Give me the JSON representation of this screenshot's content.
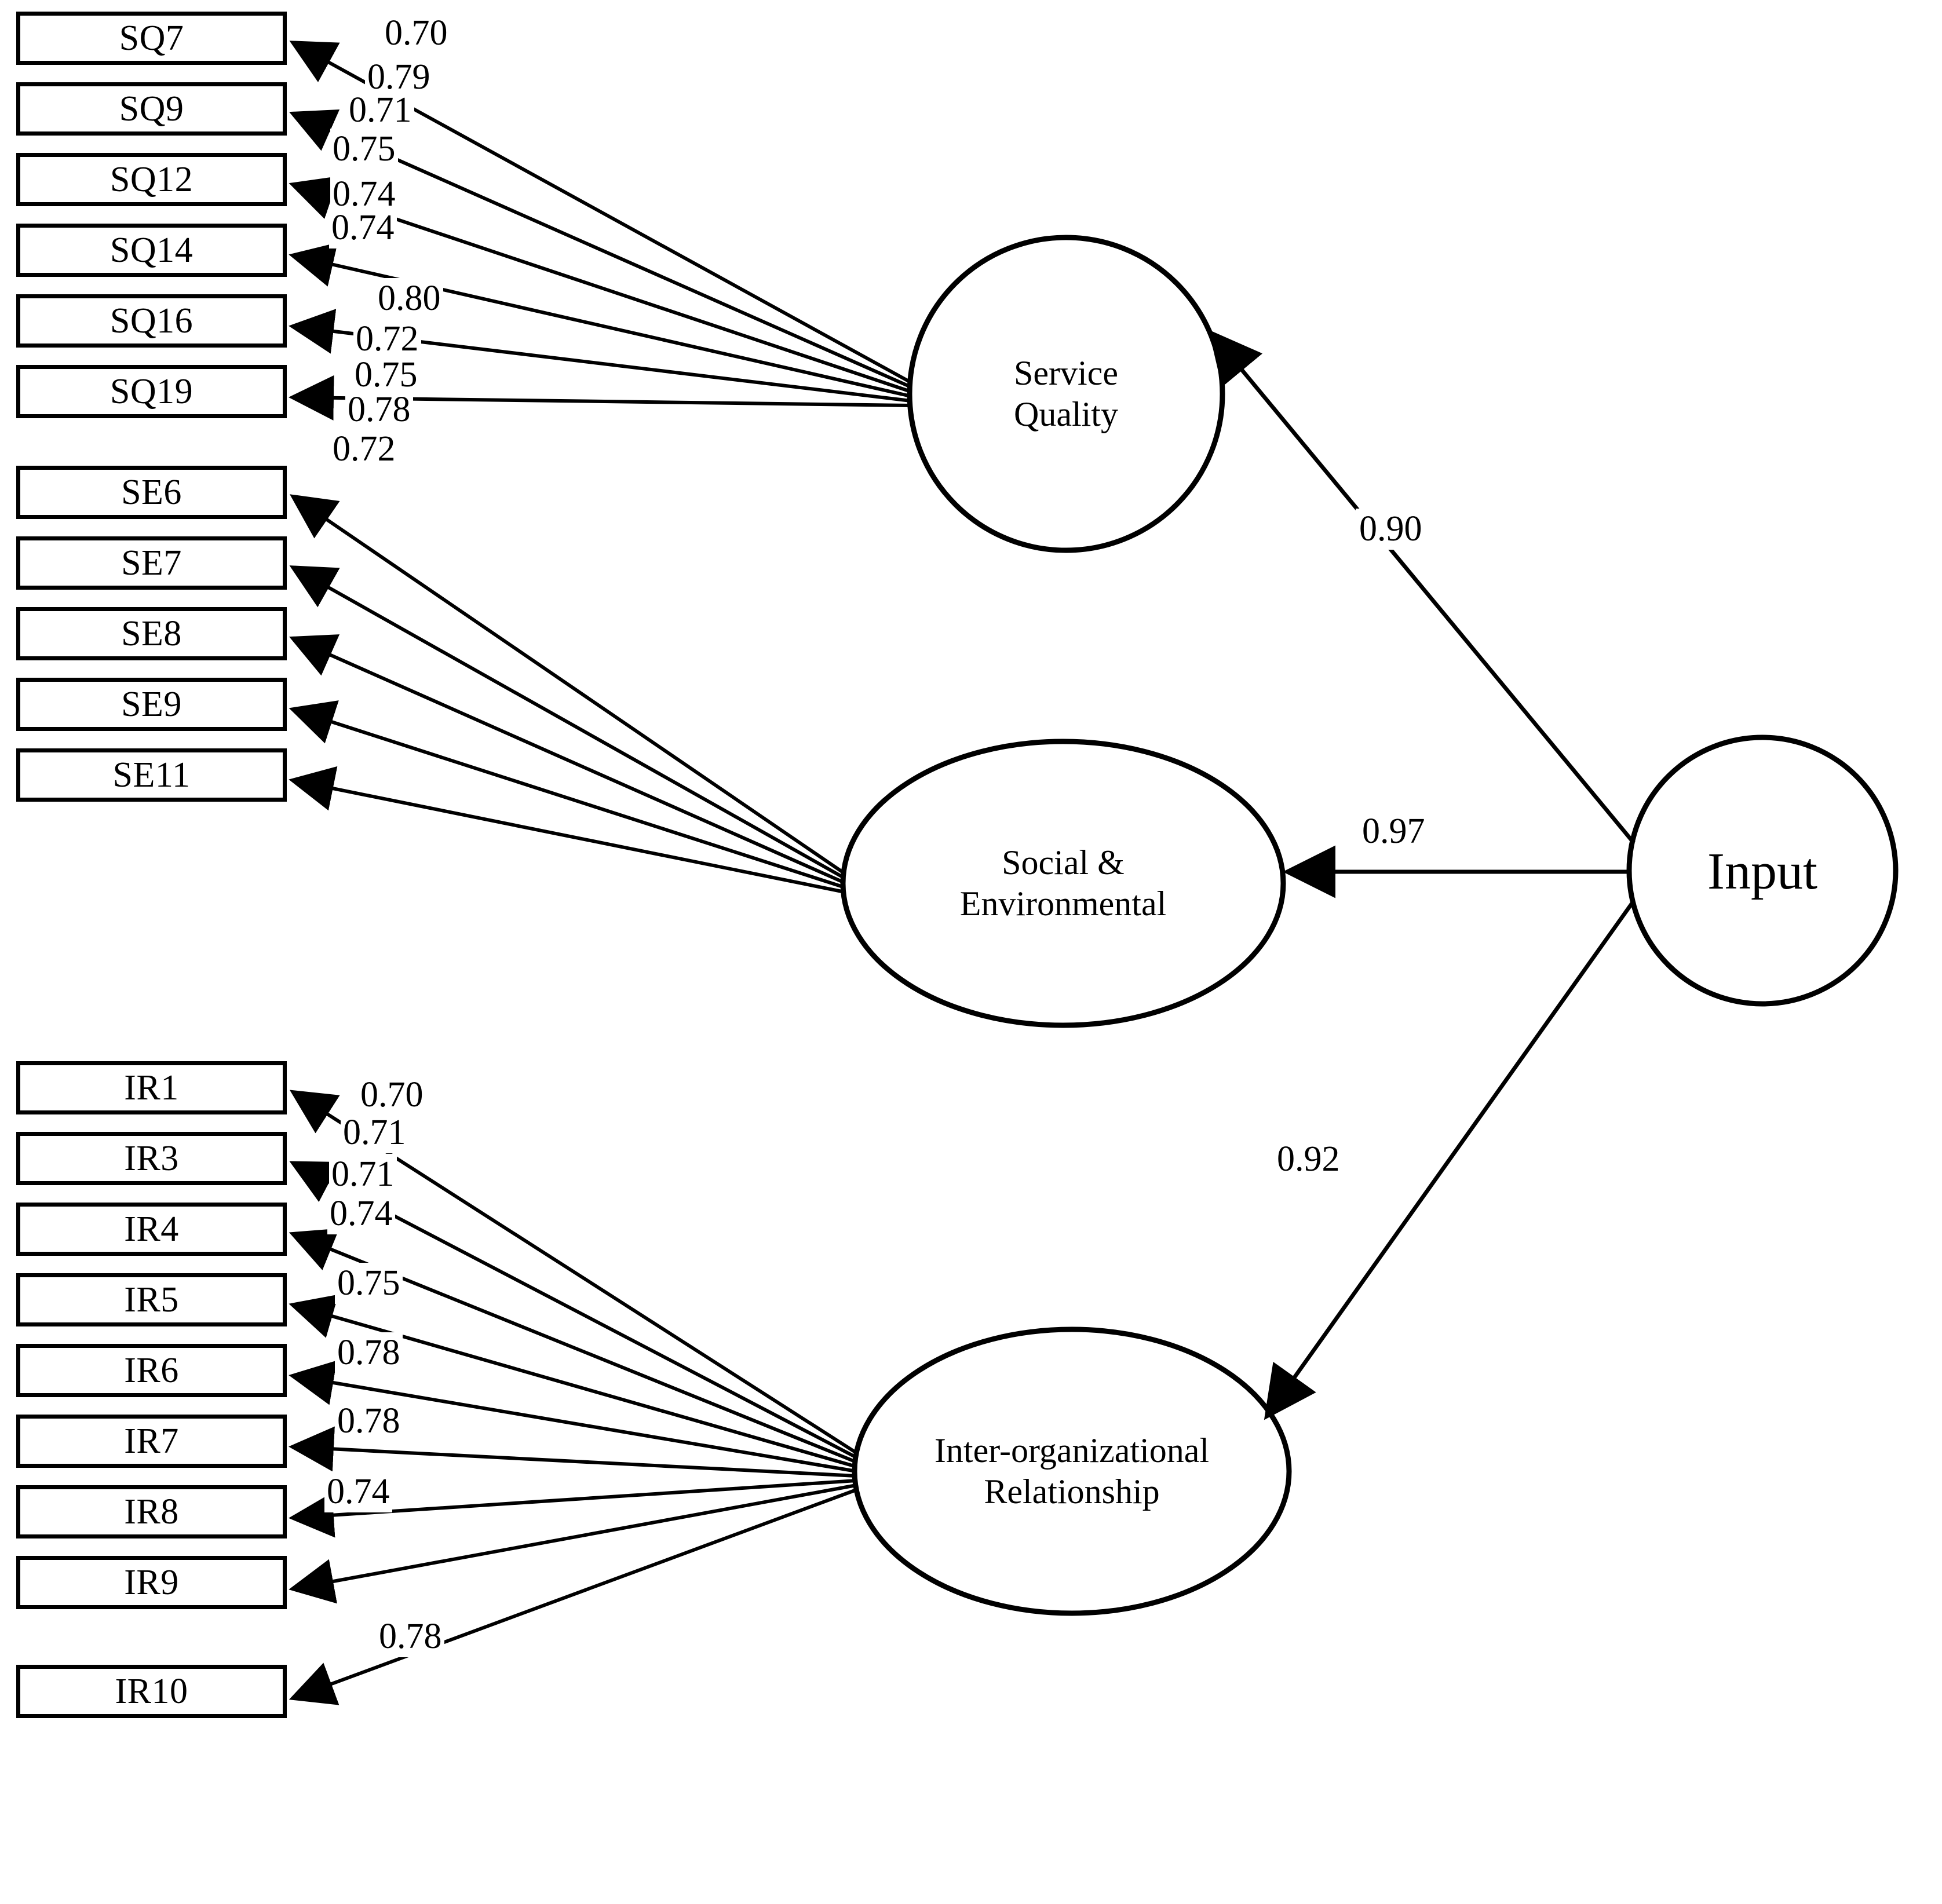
{
  "diagram": {
    "type": "structural-equation-model-path-diagram",
    "title": "",
    "colors": {
      "stroke": "#000000",
      "fill": "#ffffff",
      "text": "#000000"
    },
    "latent_variables": [
      {
        "id": "service_quality",
        "label_lines": [
          "Service",
          "Quality"
        ],
        "shape": "circle"
      },
      {
        "id": "social_env",
        "label_lines": [
          "Social &",
          "Environmental"
        ],
        "shape": "ellipse"
      },
      {
        "id": "inter_org",
        "label_lines": [
          "Inter-organizational",
          "Relationship"
        ],
        "shape": "ellipse"
      },
      {
        "id": "input",
        "label_lines": [
          "Input"
        ],
        "shape": "circle"
      }
    ],
    "indicator_groups": [
      {
        "latent": "service_quality",
        "indicators": [
          {
            "name": "SQ7",
            "loading": "0.70"
          },
          {
            "name": "SQ9",
            "loading": "0.79"
          },
          {
            "name": "SQ12",
            "loading": "0.71"
          },
          {
            "name": "SQ14",
            "loading": "0.75"
          },
          {
            "name": "SQ16",
            "loading": "0.74"
          },
          {
            "name": "SQ19",
            "loading": "0.74"
          }
        ]
      },
      {
        "latent": "social_env",
        "indicators": [
          {
            "name": "SE6",
            "loading": "0.80"
          },
          {
            "name": "SE7",
            "loading": "0.72"
          },
          {
            "name": "SE8",
            "loading": "0.75"
          },
          {
            "name": "SE9",
            "loading": "0.78"
          },
          {
            "name": "SE11",
            "loading": "0.72"
          }
        ]
      },
      {
        "latent": "inter_org",
        "indicators": [
          {
            "name": "IR1",
            "loading": "0.70"
          },
          {
            "name": "IR3",
            "loading": "0.71"
          },
          {
            "name": "IR4",
            "loading": "0.71"
          },
          {
            "name": "IR5",
            "loading": "0.74"
          },
          {
            "name": "IR6",
            "loading": "0.75"
          },
          {
            "name": "IR7",
            "loading": "0.78"
          },
          {
            "name": "IR8",
            "loading": "0.78"
          },
          {
            "name": "IR9",
            "loading": "0.74"
          },
          {
            "name": "IR10",
            "loading": "0.78"
          }
        ]
      }
    ],
    "structural_paths": [
      {
        "from": "input",
        "to": "service_quality",
        "coefficient": "0.90"
      },
      {
        "from": "input",
        "to": "social_env",
        "coefficient": "0.97"
      },
      {
        "from": "input",
        "to": "inter_org",
        "coefficient": "0.92"
      }
    ]
  },
  "chart_data": {
    "type": "diagram",
    "title": "Measurement and structural model: Input predicting Service Quality, Social & Environmental, and Inter-organizational Relationship",
    "nodes": [
      "SQ7",
      "SQ9",
      "SQ12",
      "SQ14",
      "SQ16",
      "SQ19",
      "SE6",
      "SE7",
      "SE8",
      "SE9",
      "SE11",
      "IR1",
      "IR3",
      "IR4",
      "IR5",
      "IR6",
      "IR7",
      "IR8",
      "IR9",
      "IR10",
      "Service Quality",
      "Social & Environmental",
      "Inter-organizational Relationship",
      "Input"
    ],
    "edges": [
      {
        "source": "Service Quality",
        "target": "SQ7",
        "value": 0.7
      },
      {
        "source": "Service Quality",
        "target": "SQ9",
        "value": 0.79
      },
      {
        "source": "Service Quality",
        "target": "SQ12",
        "value": 0.71
      },
      {
        "source": "Service Quality",
        "target": "SQ14",
        "value": 0.75
      },
      {
        "source": "Service Quality",
        "target": "SQ16",
        "value": 0.74
      },
      {
        "source": "Service Quality",
        "target": "SQ19",
        "value": 0.74
      },
      {
        "source": "Social & Environmental",
        "target": "SE6",
        "value": 0.8
      },
      {
        "source": "Social & Environmental",
        "target": "SE7",
        "value": 0.72
      },
      {
        "source": "Social & Environmental",
        "target": "SE8",
        "value": 0.75
      },
      {
        "source": "Social & Environmental",
        "target": "SE9",
        "value": 0.78
      },
      {
        "source": "Social & Environmental",
        "target": "SE11",
        "value": 0.72
      },
      {
        "source": "Inter-organizational Relationship",
        "target": "IR1",
        "value": 0.7
      },
      {
        "source": "Inter-organizational Relationship",
        "target": "IR3",
        "value": 0.71
      },
      {
        "source": "Inter-organizational Relationship",
        "target": "IR4",
        "value": 0.71
      },
      {
        "source": "Inter-organizational Relationship",
        "target": "IR5",
        "value": 0.74
      },
      {
        "source": "Inter-organizational Relationship",
        "target": "IR6",
        "value": 0.75
      },
      {
        "source": "Inter-organizational Relationship",
        "target": "IR7",
        "value": 0.78
      },
      {
        "source": "Inter-organizational Relationship",
        "target": "IR8",
        "value": 0.78
      },
      {
        "source": "Inter-organizational Relationship",
        "target": "IR9",
        "value": 0.74
      },
      {
        "source": "Inter-organizational Relationship",
        "target": "IR10",
        "value": 0.78
      },
      {
        "source": "Input",
        "target": "Service Quality",
        "value": 0.9
      },
      {
        "source": "Input",
        "target": "Social & Environmental",
        "value": 0.97
      },
      {
        "source": "Input",
        "target": "Inter-organizational Relationship",
        "value": 0.92
      }
    ]
  }
}
